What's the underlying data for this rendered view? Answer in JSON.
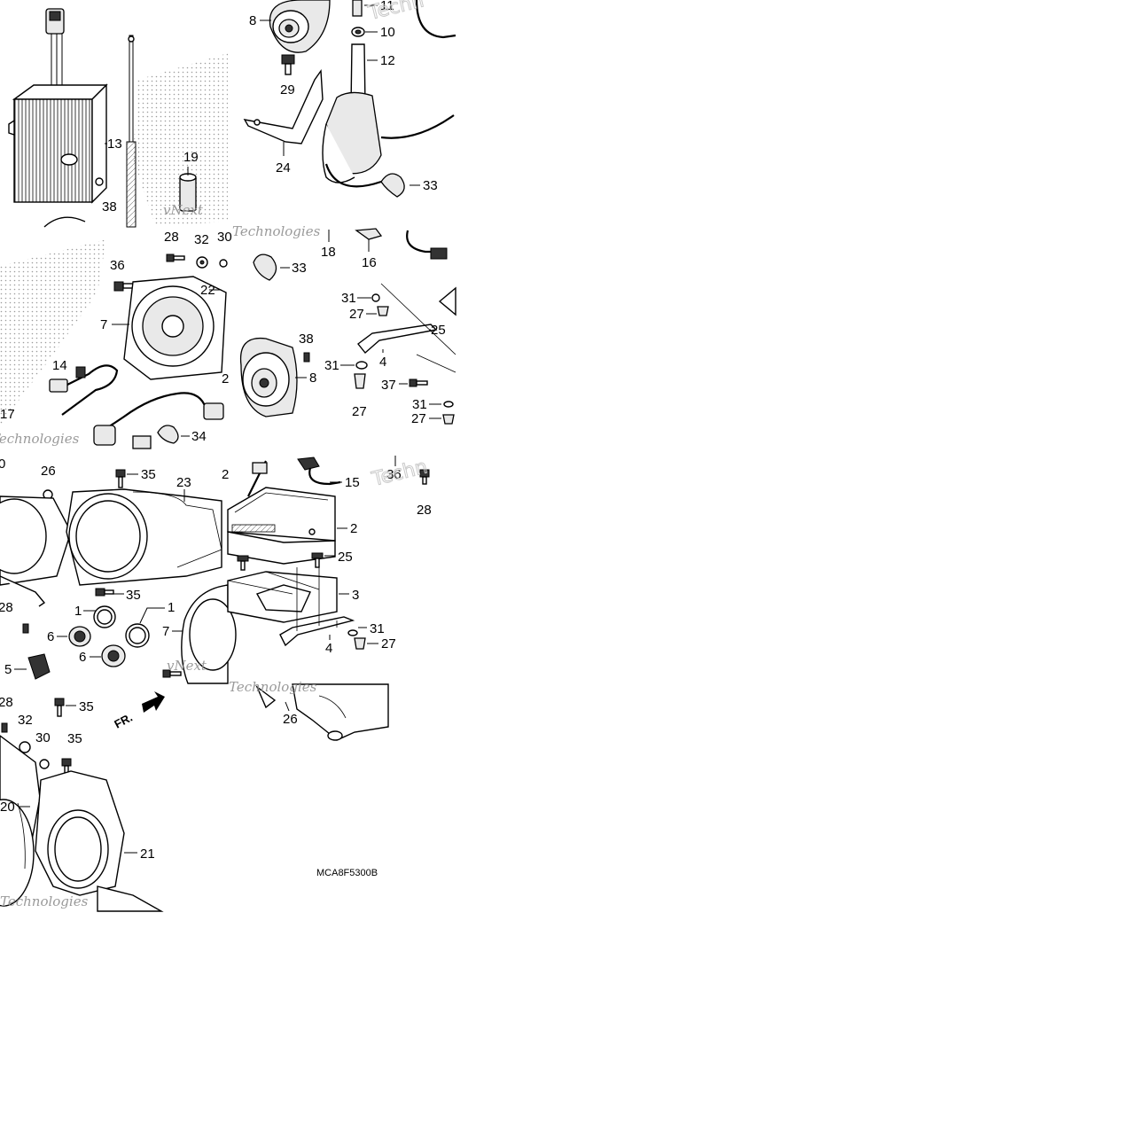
{
  "diagram": {
    "drawing_code": "MCA8F5300B",
    "front_arrow_label": "FR.",
    "watermark_lines": [
      "vNext",
      "Technologies",
      "Techn"
    ],
    "tiles": [
      {
        "id": "tile-amp-antenna",
        "callouts": [
          {
            "id": "c13",
            "text": "13"
          },
          {
            "id": "c19",
            "text": "19"
          },
          {
            "id": "c38",
            "text": "38"
          }
        ]
      },
      {
        "id": "tile-speaker-antenna",
        "callouts": [
          {
            "id": "c8",
            "text": "8"
          },
          {
            "id": "c11",
            "text": "11"
          },
          {
            "id": "c10",
            "text": "10"
          },
          {
            "id": "c12",
            "text": "12"
          },
          {
            "id": "c29",
            "text": "29"
          },
          {
            "id": "c24",
            "text": "24"
          },
          {
            "id": "c33",
            "text": "33"
          }
        ]
      },
      {
        "id": "tile-front-speaker",
        "callouts": [
          {
            "id": "c28",
            "text": "28"
          },
          {
            "id": "c32",
            "text": "32"
          },
          {
            "id": "c30",
            "text": "30"
          },
          {
            "id": "c36",
            "text": "36"
          },
          {
            "id": "c22",
            "text": "22"
          },
          {
            "id": "c7",
            "text": "7"
          },
          {
            "id": "c14",
            "text": "14"
          },
          {
            "id": "c2x",
            "text": "2"
          },
          {
            "id": "c17",
            "text": "17"
          },
          {
            "id": "c34",
            "text": "34"
          }
        ]
      },
      {
        "id": "tile-rear-speaker",
        "callouts": [
          {
            "id": "c33",
            "text": "33"
          },
          {
            "id": "c18",
            "text": "18"
          },
          {
            "id": "c16",
            "text": "16"
          },
          {
            "id": "c31a",
            "text": "31"
          },
          {
            "id": "c27a",
            "text": "27"
          },
          {
            "id": "c25",
            "text": "25"
          },
          {
            "id": "c38",
            "text": "38"
          },
          {
            "id": "c31b",
            "text": "31"
          },
          {
            "id": "c4",
            "text": "4"
          },
          {
            "id": "c8",
            "text": "8"
          },
          {
            "id": "c37",
            "text": "37"
          },
          {
            "id": "c27b",
            "text": "27"
          },
          {
            "id": "c31c",
            "text": "31"
          },
          {
            "id": "c27c",
            "text": "27"
          }
        ]
      },
      {
        "id": "tile-tweeter-cover",
        "callouts": [
          {
            "id": "c0",
            "text": "0"
          },
          {
            "id": "c26",
            "text": "26"
          },
          {
            "id": "c35a",
            "text": "35"
          },
          {
            "id": "c23",
            "text": "23"
          },
          {
            "id": "c2",
            "text": "2"
          },
          {
            "id": "c35b",
            "text": "35"
          },
          {
            "id": "c1a",
            "text": "1"
          },
          {
            "id": "c1b",
            "text": "1"
          },
          {
            "id": "c28",
            "text": "28"
          },
          {
            "id": "c6a",
            "text": "6"
          },
          {
            "id": "c6b",
            "text": "6"
          },
          {
            "id": "c7",
            "text": "7"
          },
          {
            "id": "c5",
            "text": "5"
          }
        ]
      },
      {
        "id": "tile-audio-unit",
        "callouts": [
          {
            "id": "c15",
            "text": "15"
          },
          {
            "id": "c2",
            "text": "2"
          },
          {
            "id": "c25",
            "text": "25"
          },
          {
            "id": "c3",
            "text": "3"
          },
          {
            "id": "c31",
            "text": "31"
          },
          {
            "id": "c27",
            "text": "27"
          },
          {
            "id": "c4",
            "text": "4"
          }
        ]
      },
      {
        "id": "tile-unit-bracket",
        "callouts": [
          {
            "id": "c36",
            "text": "36"
          },
          {
            "id": "c28",
            "text": "28"
          }
        ]
      },
      {
        "id": "tile-lower-cover",
        "callouts": [
          {
            "id": "c28",
            "text": "28"
          },
          {
            "id": "c35a",
            "text": "35"
          },
          {
            "id": "c32",
            "text": "32"
          },
          {
            "id": "c30",
            "text": "30"
          },
          {
            "id": "c35b",
            "text": "35"
          },
          {
            "id": "c20",
            "text": "20"
          },
          {
            "id": "c21",
            "text": "21"
          }
        ]
      },
      {
        "id": "tile-mount",
        "callouts": [
          {
            "id": "c26",
            "text": "26"
          }
        ]
      }
    ]
  }
}
